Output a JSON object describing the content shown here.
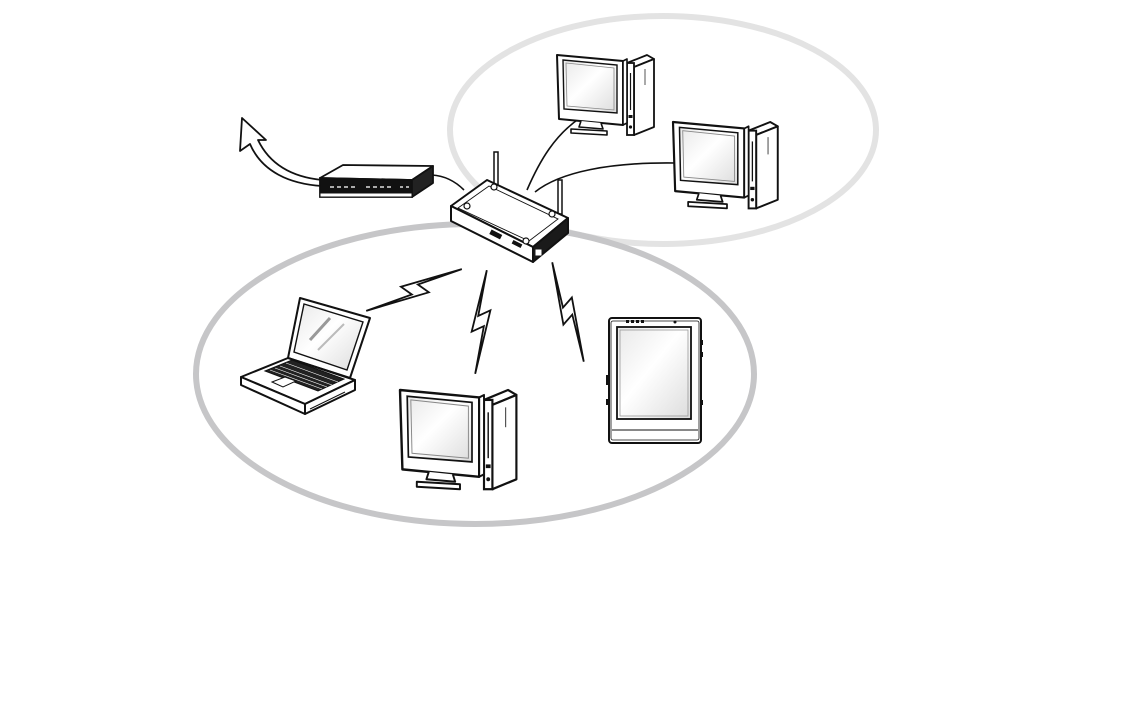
{
  "diagram": {
    "nodes": [
      {
        "id": "internet-arrow",
        "icon": "internet-arrow-icon"
      },
      {
        "id": "modem",
        "icon": "modem-icon"
      },
      {
        "id": "wireless-router",
        "icon": "wireless-router-icon"
      },
      {
        "id": "wired-desktop-1",
        "icon": "desktop-computer-icon"
      },
      {
        "id": "wired-desktop-2",
        "icon": "desktop-computer-icon"
      },
      {
        "id": "wireless-laptop",
        "icon": "laptop-icon"
      },
      {
        "id": "wireless-desktop",
        "icon": "desktop-computer-icon"
      },
      {
        "id": "wireless-tablet",
        "icon": "tablet-pc-icon"
      }
    ],
    "groups": [
      {
        "id": "wired-network-group",
        "members": [
          "wired-desktop-1",
          "wired-desktop-2"
        ],
        "color": "#e3e3e3"
      },
      {
        "id": "wireless-network-group",
        "members": [
          "wireless-laptop",
          "wireless-desktop",
          "wireless-tablet"
        ],
        "color": "#c6c6c8"
      }
    ],
    "connections": [
      {
        "from": "modem",
        "to": "internet-arrow",
        "type": "uplink"
      },
      {
        "from": "modem",
        "to": "wireless-router",
        "type": "cable"
      },
      {
        "from": "wireless-router",
        "to": "wired-desktop-1",
        "type": "cable"
      },
      {
        "from": "wireless-router",
        "to": "wired-desktop-2",
        "type": "cable"
      },
      {
        "from": "wireless-router",
        "to": "wireless-laptop",
        "type": "wireless"
      },
      {
        "from": "wireless-router",
        "to": "wireless-desktop",
        "type": "wireless"
      },
      {
        "from": "wireless-router",
        "to": "wireless-tablet",
        "type": "wireless"
      }
    ]
  }
}
